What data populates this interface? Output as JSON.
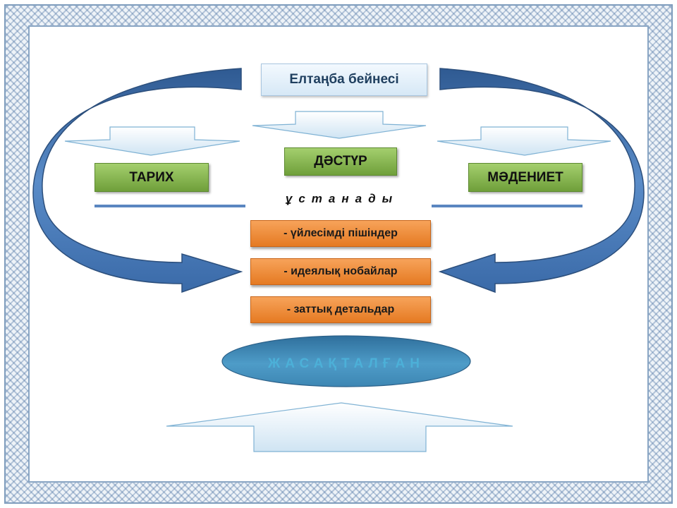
{
  "title": "Елтаңба бейнесі",
  "left_box": "ТАРИХ",
  "center_box": "ДӘСТҮР",
  "right_box": "МӘДЕНИЕТ",
  "subtitle": "ұстанады",
  "items": [
    "- үйлесімді пішіндер",
    "- идеялық нобайлар",
    "- заттық детальдар"
  ],
  "result": "ЖАСАҚТАЛҒАН",
  "colors": {
    "green_box": "#8bbf4f",
    "orange_box": "#f0913e",
    "curved_arrow": "#4f7dbd",
    "light_arrow": "#dcedf7",
    "result_ellipse": "#4590b8",
    "divider": "#5a86c0"
  }
}
